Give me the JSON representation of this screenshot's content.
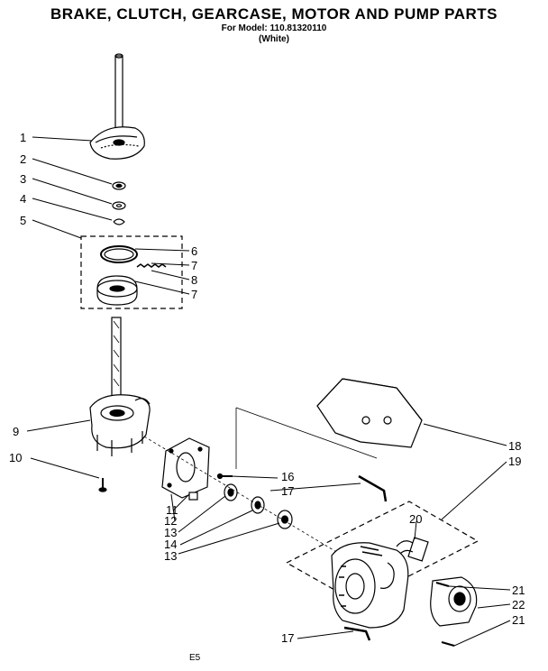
{
  "header": {
    "title": "BRAKE, CLUTCH, GEARCASE, MOTOR AND PUMP PARTS",
    "model_line": "For Model: 110.81320110",
    "color_line": "(White)"
  },
  "footer": {
    "code": "E5"
  },
  "callouts": {
    "c1": "1",
    "c2": "2",
    "c3": "3",
    "c4": "4",
    "c5": "5",
    "c6": "6",
    "c7a": "7",
    "c8": "8",
    "c7b": "7",
    "c9": "9",
    "c10": "10",
    "c11": "11",
    "c12": "12",
    "c13a": "13",
    "c14": "14",
    "c13b": "13",
    "c16": "16",
    "c17a": "17",
    "c18": "18",
    "c19": "19",
    "c20": "20",
    "c21a": "21",
    "c22": "22",
    "c21b": "21",
    "c17b": "17"
  }
}
